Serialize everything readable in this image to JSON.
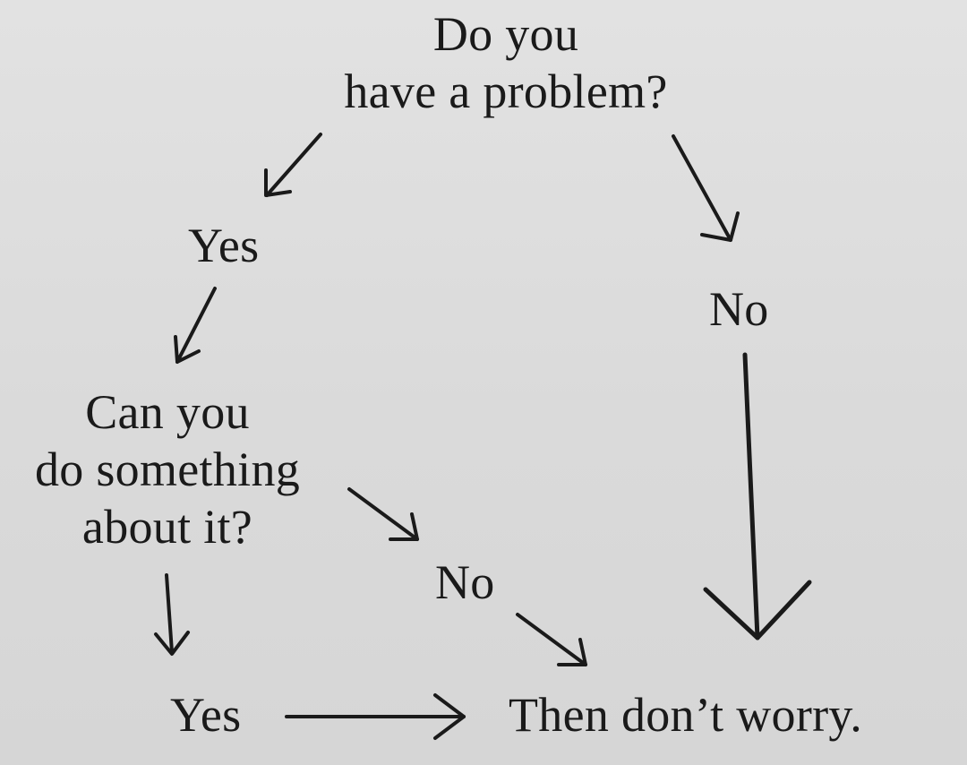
{
  "nodes": {
    "question_problem": [
      "Do you",
      "have a problem?"
    ],
    "answer_yes_problem": "Yes",
    "answer_no_problem": "No",
    "question_fix": [
      "Can you",
      "do something",
      "about it?"
    ],
    "answer_no_fix": "No",
    "answer_yes_fix": "Yes",
    "conclusion": "Then don’t worry."
  }
}
